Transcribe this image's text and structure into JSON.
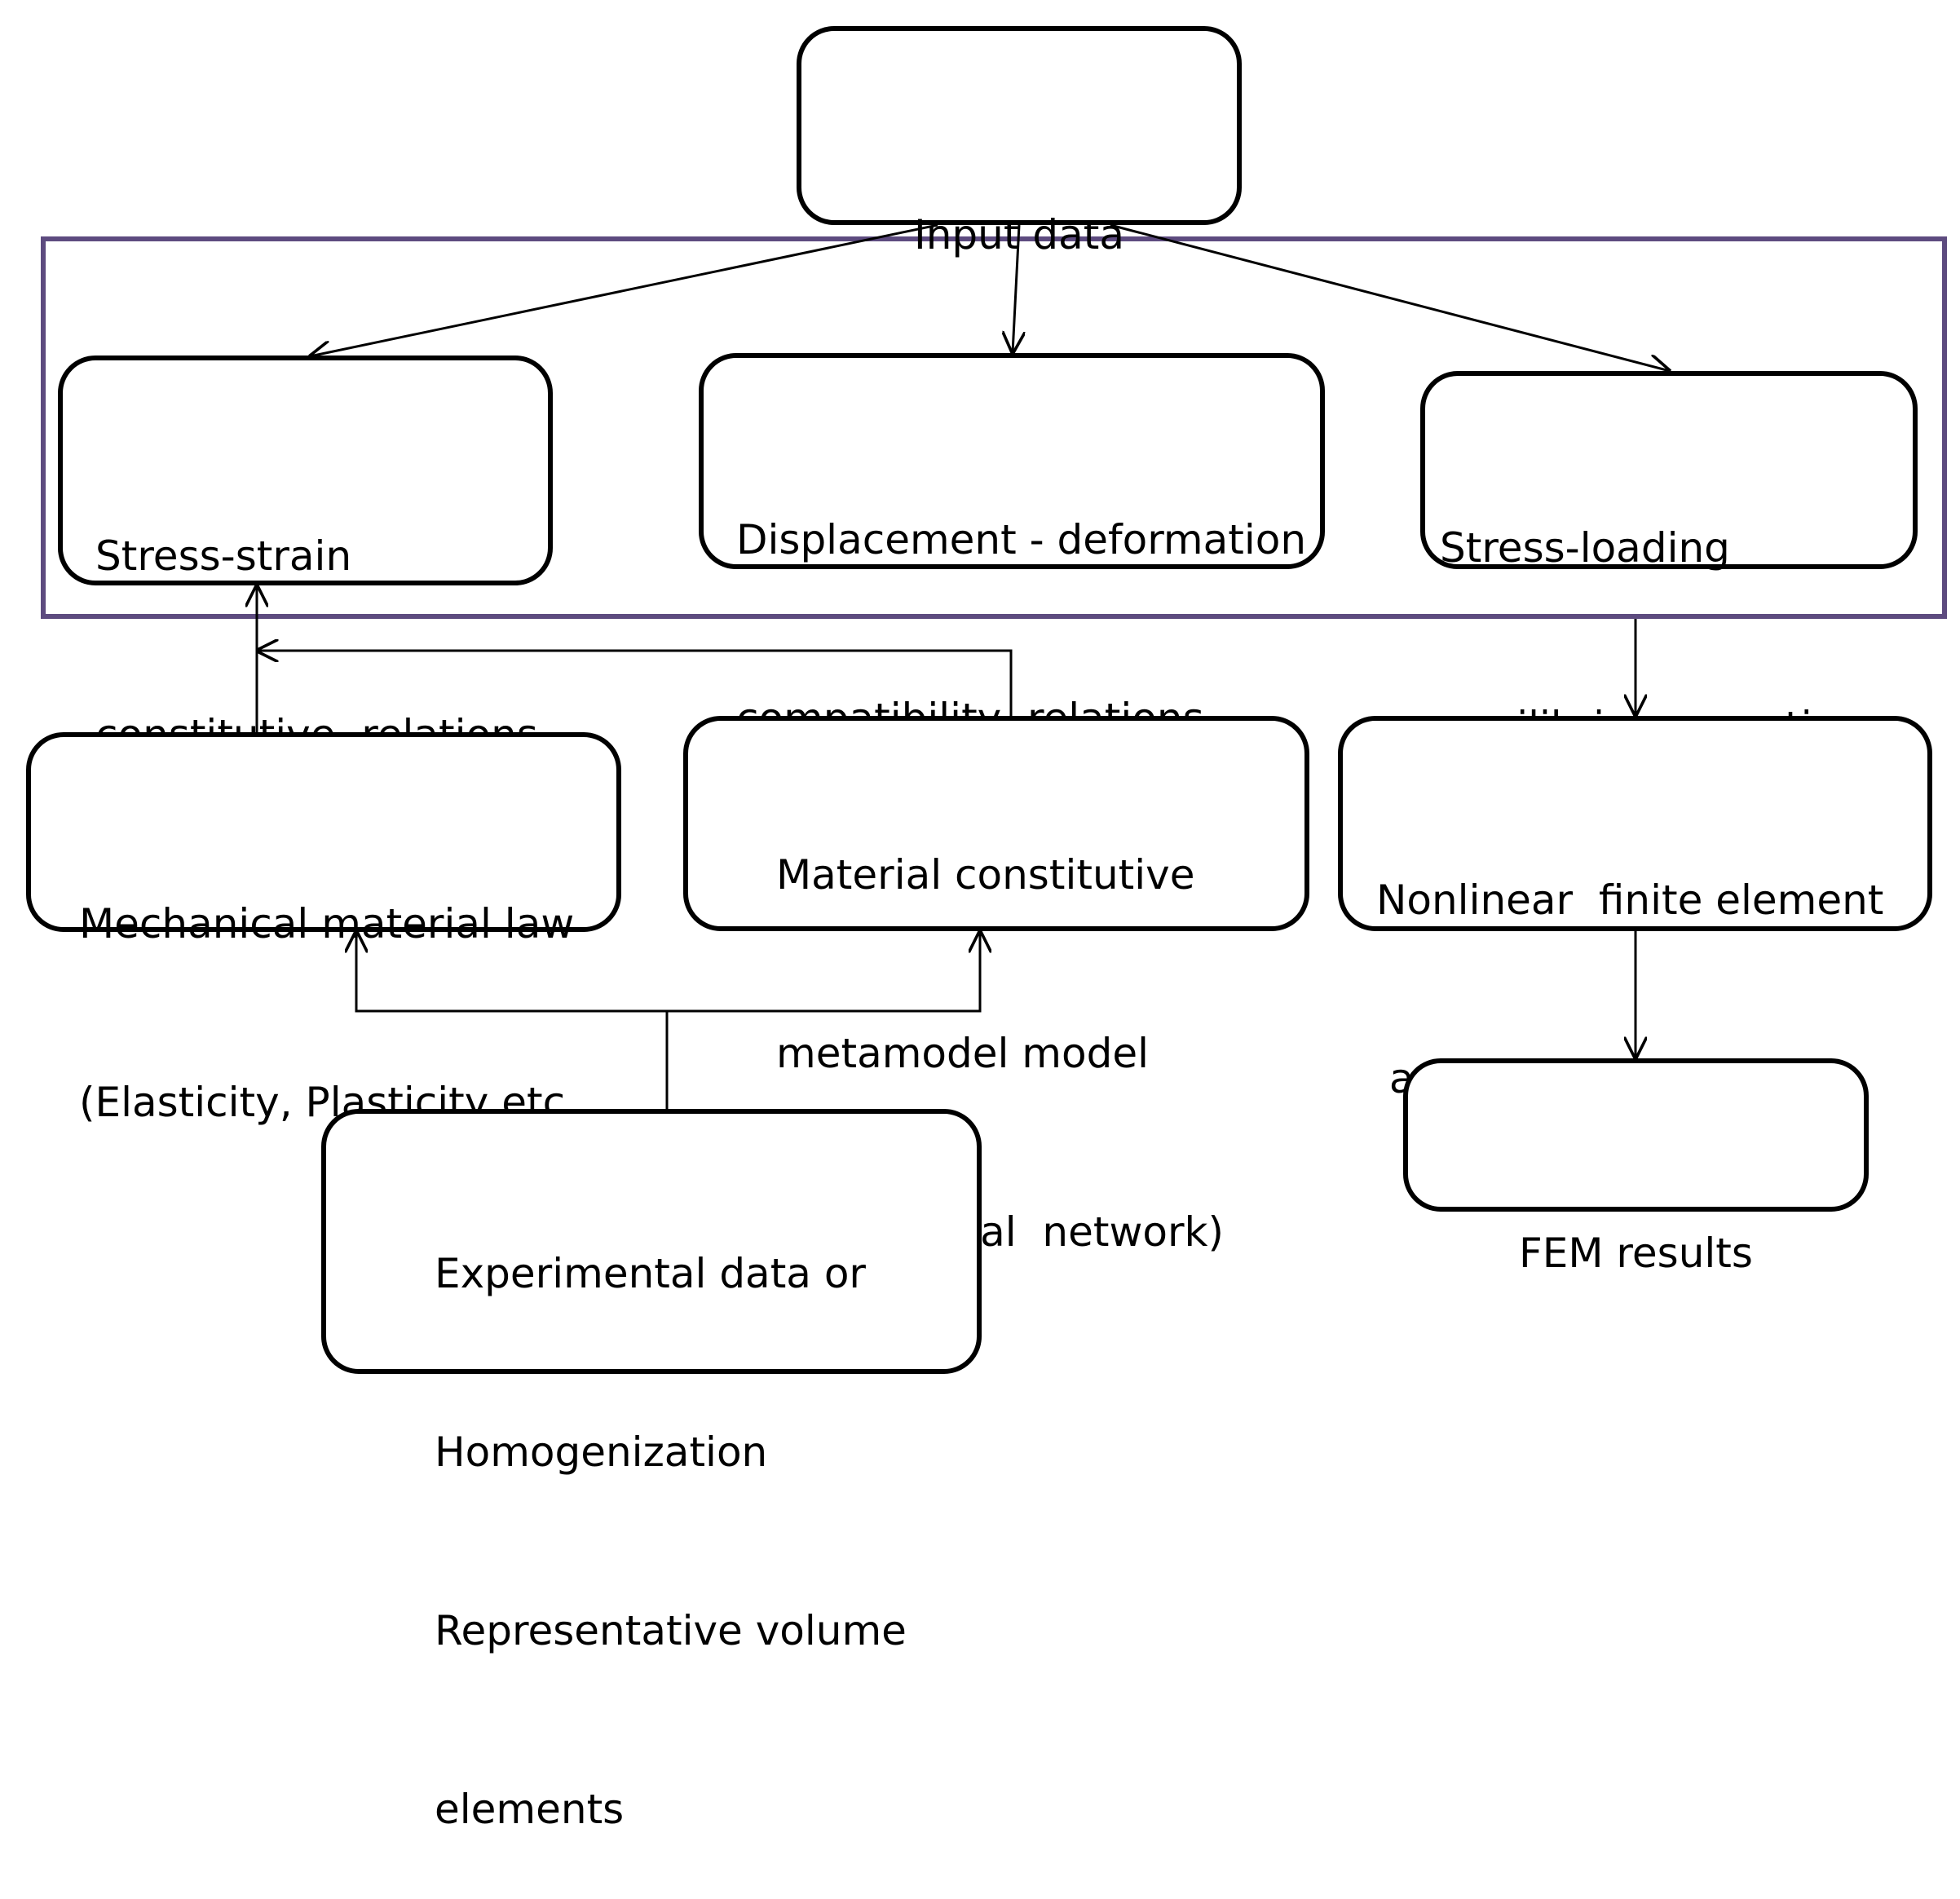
{
  "diagram": {
    "colors": {
      "stroke": "#000000",
      "group_frame": "#5d4b7f",
      "background": "#ffffff"
    },
    "nodes": {
      "input_data": {
        "lines": [
          "Input data"
        ]
      },
      "stress_strain": {
        "lines": [
          "Stress-strain",
          "constitutive  relations"
        ]
      },
      "displacement": {
        "lines": [
          "Displacement - deformation",
          "compatibility  relations"
        ]
      },
      "stress_loading": {
        "lines": [
          "Stress-loading",
          "equilibrium equations"
        ]
      },
      "mechanical_law": {
        "lines": [
          "Mechanical material law",
          "(Elasticity, Plasticity etc."
        ]
      },
      "metamodel": {
        "lines": [
          "Material constitutive",
          "metamodel model",
          "(e.g. Neural  network)"
        ]
      },
      "nonlinear_fea": {
        "lines": [
          "Nonlinear  finite element",
          " analysis"
        ]
      },
      "fem_results": {
        "lines": [
          "FEM results"
        ]
      },
      "experimental": {
        "lines": [
          "Experimental data or",
          "Homogenization",
          "Representative volume",
          "elements"
        ]
      }
    },
    "edges": [
      {
        "from": "input_data",
        "to": "stress_strain"
      },
      {
        "from": "input_data",
        "to": "displacement"
      },
      {
        "from": "input_data",
        "to": "stress_loading"
      },
      {
        "from": "mechanical_law",
        "to": "stress_strain"
      },
      {
        "from": "metamodel",
        "to": "stress_strain"
      },
      {
        "from": "experimental",
        "to": "mechanical_law"
      },
      {
        "from": "experimental",
        "to": "metamodel"
      },
      {
        "from": "relations_group",
        "to": "nonlinear_fea"
      },
      {
        "from": "nonlinear_fea",
        "to": "fem_results"
      }
    ]
  }
}
